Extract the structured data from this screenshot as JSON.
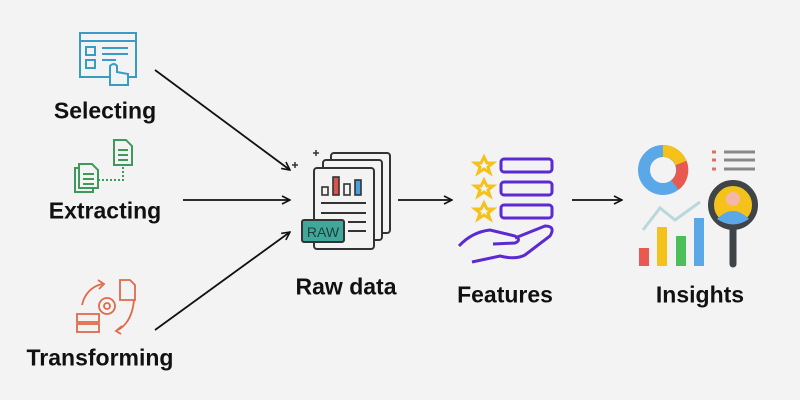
{
  "sources": [
    {
      "label": "Selecting",
      "icon": "checklist-hand-icon",
      "color": "#3a9cc4"
    },
    {
      "label": "Extracting",
      "icon": "documents-icon",
      "color": "#3d9a5a"
    },
    {
      "label": "Transforming",
      "icon": "gear-cycle-icon",
      "color": "#e06a4a"
    }
  ],
  "stages": [
    {
      "label": "Raw data",
      "icon": "raw-document-icon",
      "badge": "RAW"
    },
    {
      "label": "Features",
      "icon": "stars-list-hand-icon",
      "color": "#5b2ad0"
    },
    {
      "label": "Insights",
      "icon": "analytics-magnifier-icon"
    }
  ]
}
